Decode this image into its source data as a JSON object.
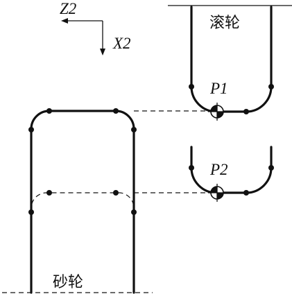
{
  "axes": {
    "z_label": "Z2",
    "x_label": "X2"
  },
  "labels": {
    "roller": "滚轮",
    "grinding_wheel": "砂轮",
    "p1": "P1",
    "p2": "P2"
  }
}
